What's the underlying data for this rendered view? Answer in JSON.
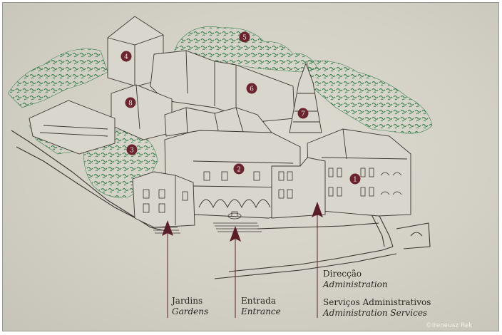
{
  "colors": {
    "paper": "#d6d3ca",
    "ink": "#3d3432",
    "tree_green": "#2f7a45",
    "marker_maroon": "#6b2530",
    "arrow_maroon": "#5a1e28"
  },
  "markers": [
    {
      "number": "1",
      "name": "marker-1"
    },
    {
      "number": "2",
      "name": "marker-2"
    },
    {
      "number": "3",
      "name": "marker-3"
    },
    {
      "number": "4",
      "name": "marker-4"
    },
    {
      "number": "5",
      "name": "marker-5"
    },
    {
      "number": "6",
      "name": "marker-6"
    },
    {
      "number": "7",
      "name": "marker-7"
    },
    {
      "number": "8",
      "name": "marker-8"
    }
  ],
  "labels": {
    "gardens": {
      "pt": "Jardins",
      "en": "Gardens"
    },
    "entrance": {
      "pt": "Entrada",
      "en": "Entrance"
    },
    "administration": {
      "pt": "Direcção",
      "en": "Administration"
    },
    "services": {
      "pt": "Serviços Administrativos",
      "en": "Administration Services"
    }
  },
  "credit": "©Ireneusz Rek"
}
